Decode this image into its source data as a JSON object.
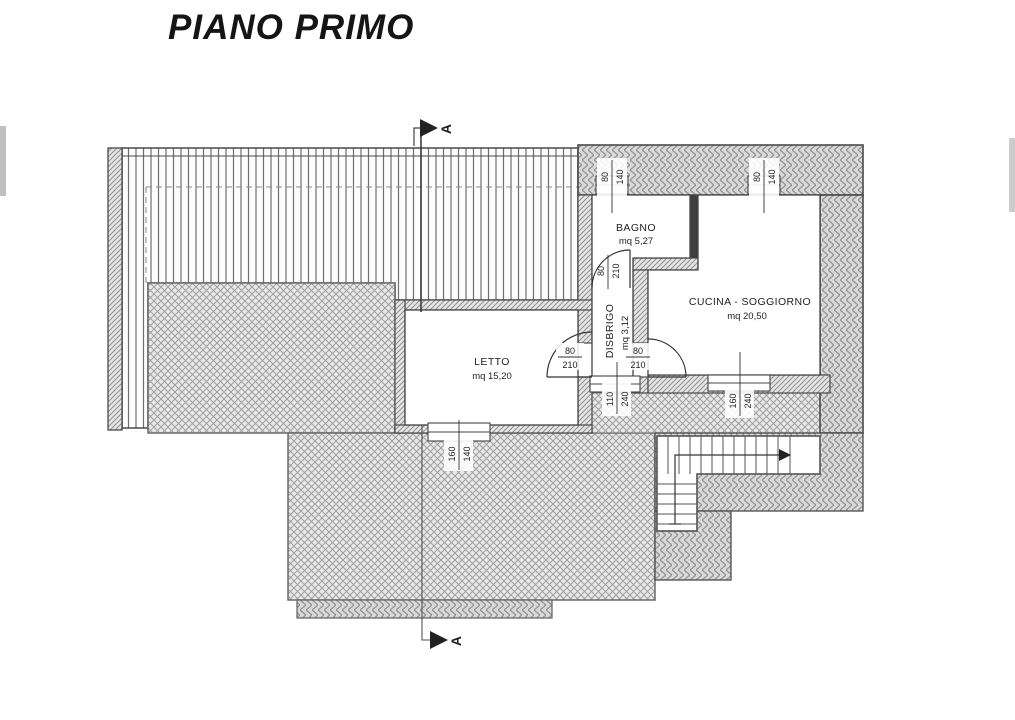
{
  "title": "PIANO PRIMO",
  "section_label": "A",
  "rooms": {
    "bagno": {
      "name": "BAGNO",
      "area": "mq 5,27"
    },
    "cucina_soggiorno": {
      "name": "CUCINA - SOGGIORNO",
      "area": "mq 20,50"
    },
    "letto": {
      "name": "LETTO",
      "area": "mq 15,20"
    },
    "disbrigo": {
      "name": "DISBRIGO",
      "area": "mq 3,12"
    }
  },
  "dims": {
    "bagno_window": {
      "num": "80",
      "den": "140"
    },
    "cucina_window": {
      "num": "80",
      "den": "140"
    },
    "bagno_door": {
      "num": "80",
      "den": "210"
    },
    "letto_door": {
      "num": "80",
      "den": "210"
    },
    "cucina_door": {
      "num": "80",
      "den": "210"
    },
    "disbrigo_french_door": {
      "num": "110",
      "den": "240"
    },
    "cucina_french_door": {
      "num": "160",
      "den": "240"
    },
    "letto_window": {
      "num": "160",
      "den": "140"
    }
  }
}
